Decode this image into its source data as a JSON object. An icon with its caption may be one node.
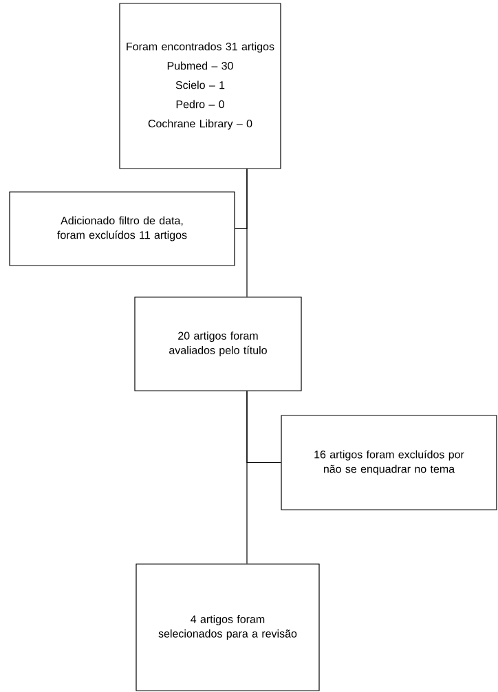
{
  "diagram": {
    "nodes": [
      {
        "text": [
          "Foram encontrados 31 artigos",
          "Pubmed – 30",
          "Scielo – 1",
          "Pedro – 0",
          "Cochrane Library – 0"
        ]
      },
      {
        "text": [
          "Adicionado filtro de data, foram excluídos 11 artigos"
        ]
      },
      {
        "text": [
          "20 artigos foram avaliados pelo título"
        ]
      },
      {
        "text": [
          "16 artigos foram excluídos por não se enquadrar no tema"
        ]
      },
      {
        "text": [
          "4 artigos foram selecionados para a revisão"
        ]
      }
    ],
    "edges": [
      {
        "from": 0,
        "to": 1,
        "arrow": "none"
      },
      {
        "from": 0,
        "to": 2,
        "arrow": "none"
      },
      {
        "from": 2,
        "to": 3,
        "arrow": "none"
      },
      {
        "from": 2,
        "to": 4,
        "arrow": "none"
      }
    ]
  }
}
